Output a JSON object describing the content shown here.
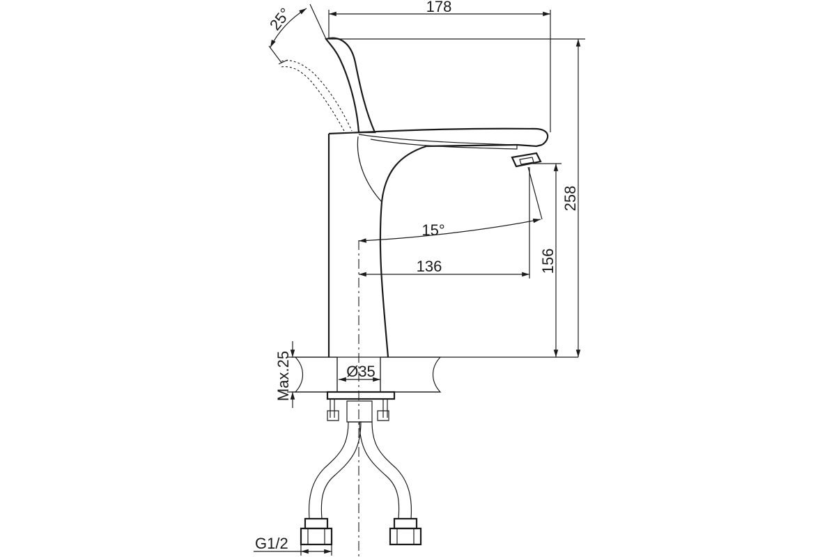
{
  "drawing": {
    "subject": "faucet",
    "stroke_color": "#1a1a1a",
    "background": "#ffffff"
  },
  "dimensions": {
    "overall_width": "178",
    "overall_height": "258",
    "spout_height": "156",
    "spout_reach": "136",
    "spout_angle": "15°",
    "lever_angle": "25°",
    "base_diameter": "Ø35",
    "max_deck_thickness": "Max.25",
    "connection_thread": "G1/2"
  }
}
